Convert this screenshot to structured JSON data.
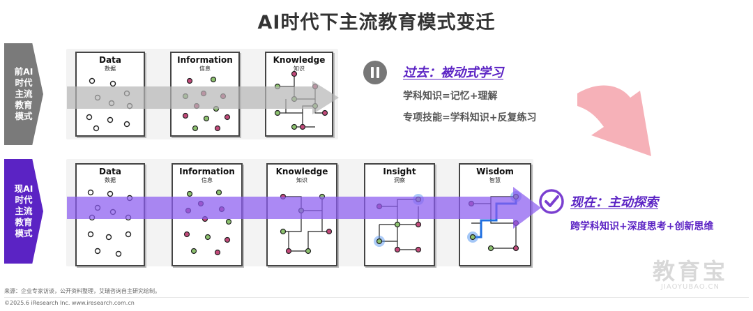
{
  "title": "AI时代下主流教育模式变迁",
  "past": {
    "side_label": "前AI\n时代\n主流\n教育\n模式",
    "cards": [
      {
        "en": "Data",
        "zh": "数据"
      },
      {
        "en": "Information",
        "zh": "信息"
      },
      {
        "en": "Knowledge",
        "zh": "知识"
      }
    ],
    "heading": "过去：被动式学习",
    "lines": [
      "学科知识=记忆+理解",
      "专项技能=学科知识+反复练习"
    ],
    "colors": {
      "band": "#b5b5b5",
      "heading": "#5b23c4",
      "icon": "#777777"
    }
  },
  "now": {
    "side_label": "现AI\n时代\n主流\n教育\n模式",
    "cards": [
      {
        "en": "Data",
        "zh": "数据"
      },
      {
        "en": "Information",
        "zh": "信息"
      },
      {
        "en": "Knowledge",
        "zh": "知识"
      },
      {
        "en": "Insight",
        "zh": "洞察"
      },
      {
        "en": "Wisdom",
        "zh": "智慧"
      }
    ],
    "heading": "现在：主动探索",
    "line": "跨学科知识+深度思考+创新思维",
    "colors": {
      "band": "#8a5cf0",
      "heading": "#5b23c4",
      "icon": "#7a3fd0",
      "path": "#1f6fe0"
    }
  },
  "transition_arrow_color": "#f4a3ac",
  "source": "来源：企业专家访谈，公开资料整理，艾瑞咨询自主研究绘制。",
  "copyright": "©2025.6 iResearch Inc. www.iresearch.com.cn",
  "watermark": {
    "main": "教育宝",
    "sub": "JIAOYUBAO.CN"
  }
}
